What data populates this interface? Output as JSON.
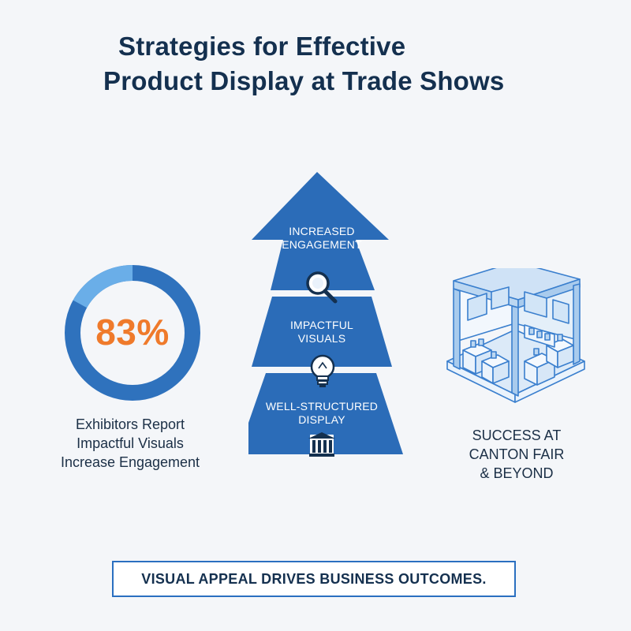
{
  "title": {
    "line1": "Strategies for Effective",
    "line2": "Product Display at Trade Shows"
  },
  "stat": {
    "percent_label": "83%",
    "percent_value": 83,
    "caption_lines": [
      "Exhibitors Report",
      "Impactful Visuals",
      "Increase Engagement"
    ]
  },
  "pyramid": {
    "tiers": [
      {
        "lines": [
          "INCREASED",
          "ENGAGEMENT"
        ],
        "icon": "magnifier-icon"
      },
      {
        "lines": [
          "IMPACTFUL",
          "VISUALS"
        ],
        "icon": "lightbulb-icon"
      },
      {
        "lines": [
          "WELL-STRUCTURED",
          "DISPLAY"
        ],
        "icon": "pillars-icon"
      }
    ]
  },
  "success": {
    "caption_lines": [
      "SUCCESS AT",
      "CANTON FAIR",
      "& BEYOND"
    ],
    "icon": "trade-booth-icon"
  },
  "banner": {
    "text": "VISUAL APPEAL DRIVES BUSINESS OUTCOMES."
  },
  "colors": {
    "primary_blue": "#2b6cb8",
    "light_blue": "#6aaee8",
    "accent_orange": "#ef7a2b",
    "title_navy": "#14304f",
    "background": "#f4f6f9"
  }
}
